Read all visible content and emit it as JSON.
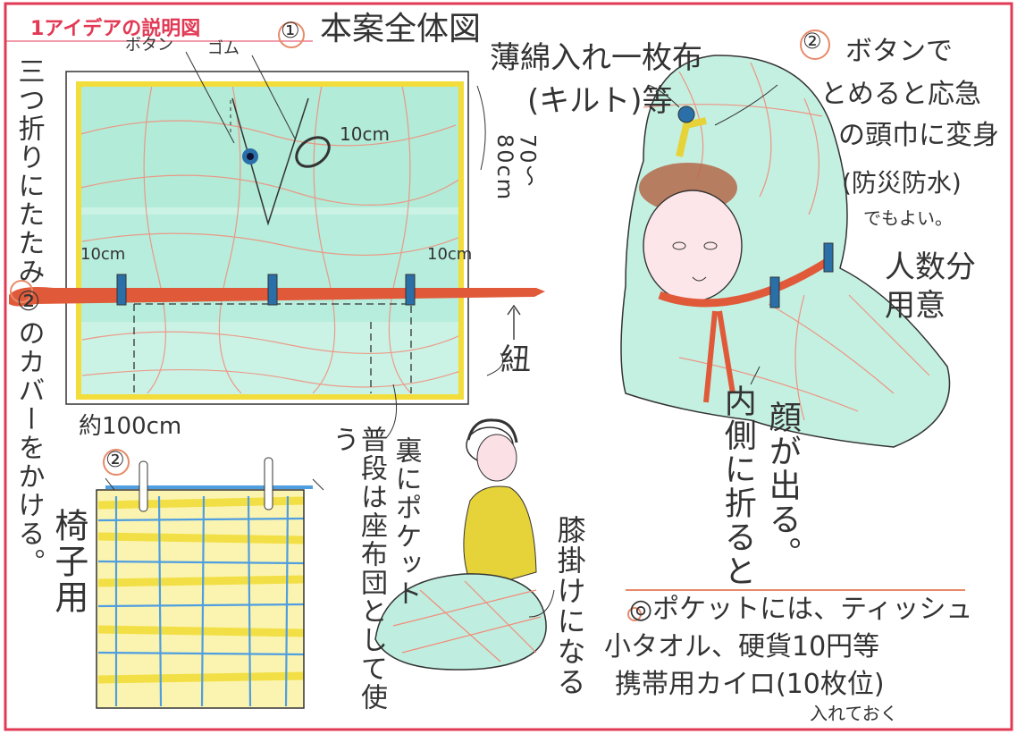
{
  "title": "1アイデアの説明図",
  "colors": {
    "frame_red": "#e23a55",
    "quilt_green": "#9fe3cc",
    "quilt_yellow": "#f2dd3a",
    "cord_red": "#e05a3a",
    "button_blue": "#2a6fa8"
  },
  "sec1": {
    "num": "①",
    "heading": "本案全体図",
    "button_label": "ボタン",
    "elastic_label": "ゴム",
    "elastic_size": "10cm",
    "size_70_80": "70〜80cm",
    "cord_size_left": "10cm",
    "cord_size_right": "10cm",
    "cord_label": "紐",
    "width_label": "約100cm",
    "side_text": "三つ折りにたたみ②のカバーをかける。",
    "pocket_text": "裏にポケット",
    "zabuton_text": "普段は座布団として使う"
  },
  "sec2_hood": {
    "num": "②",
    "material": "薄綿入れ一枚布",
    "quilt": "(キルト)等",
    "button_text_1": "ボタンで",
    "button_text_2": "とめると応急",
    "button_text_3": "の頭巾に変身",
    "disaster_1": "(防災防水)",
    "disaster_2": "でもよい。",
    "count_text": "人数分用意",
    "face_text": "顔が出る。",
    "fold_text": "内側に折ると"
  },
  "sec2_chair": {
    "num": "②",
    "chair_text": "椅子用"
  },
  "knee": {
    "text": "膝掛けになる"
  },
  "pocket_note": {
    "line1": "◎ポケットには、ティッシュ",
    "line2": "小タオル、硬貨10円等",
    "line3": "携帯用カイロ(10枚位)",
    "line4": "入れておく"
  }
}
